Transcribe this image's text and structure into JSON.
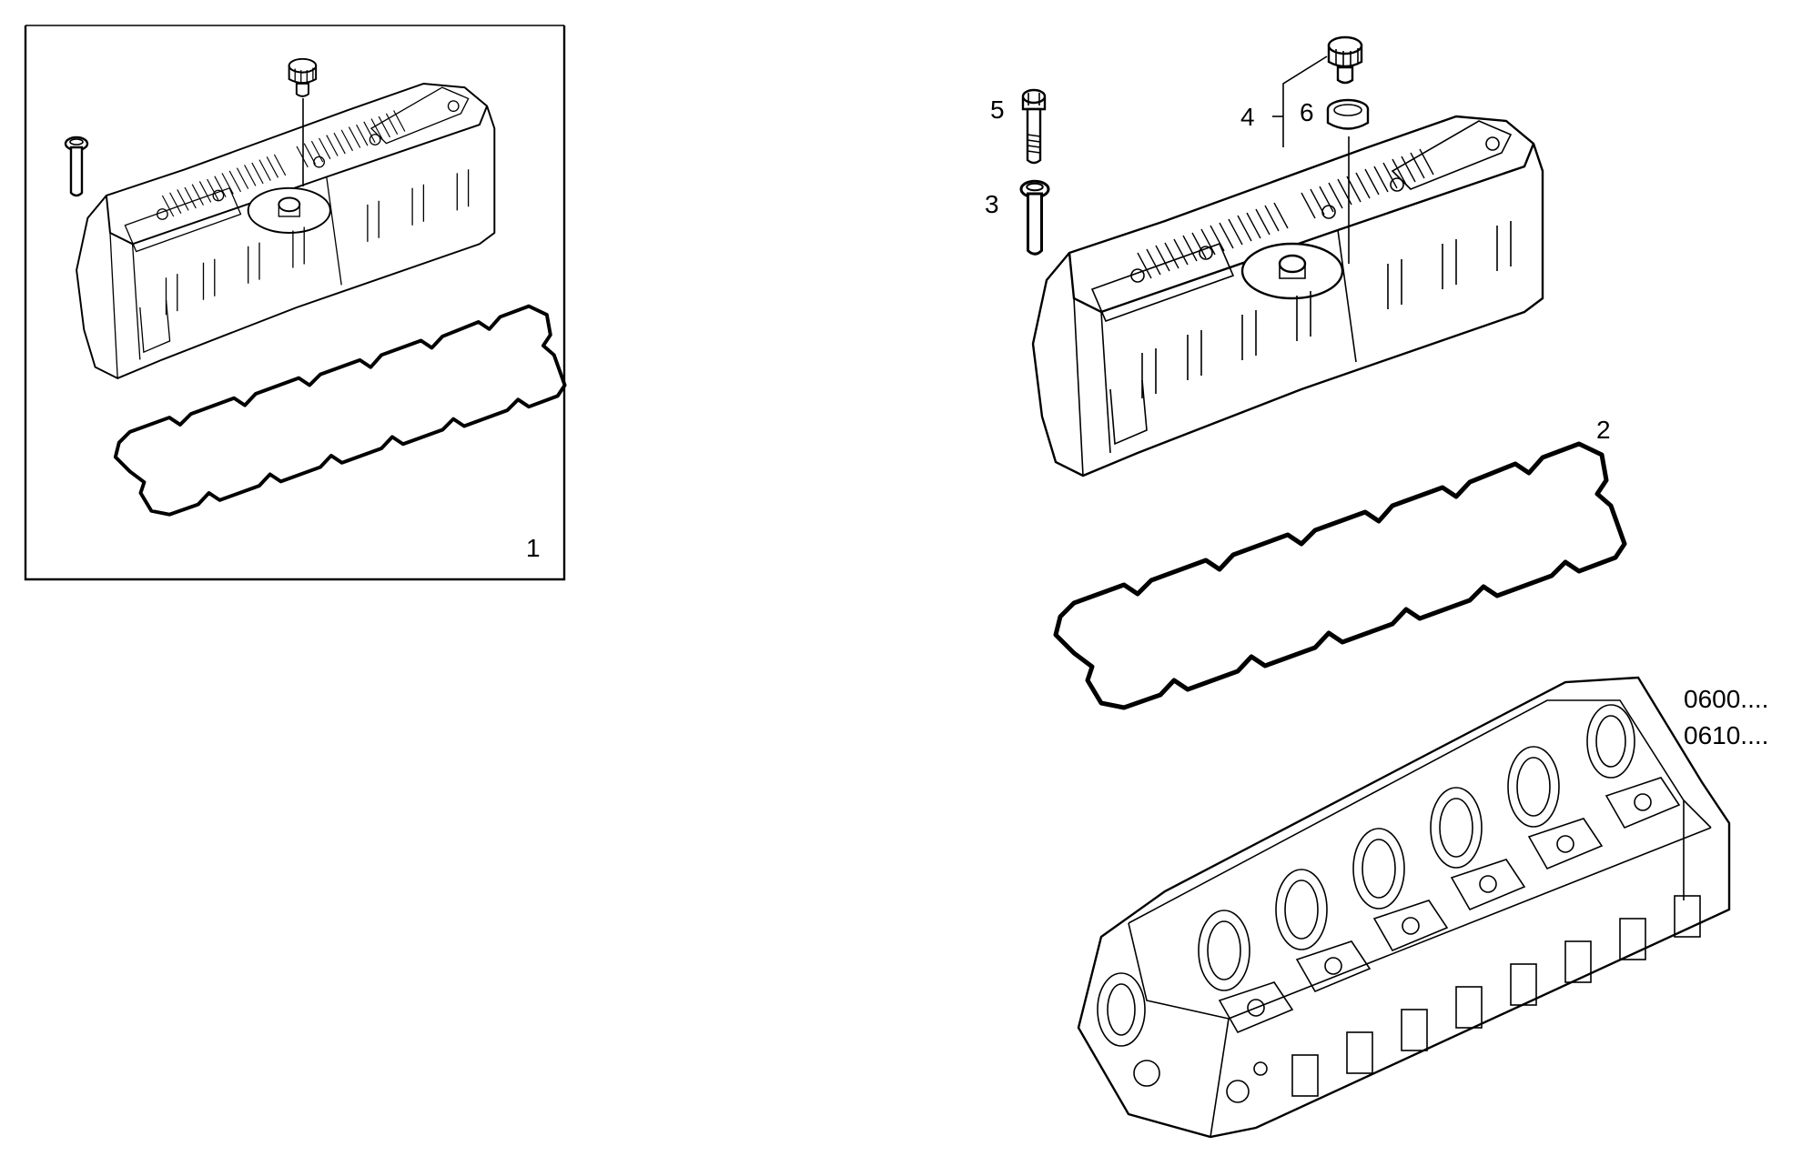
{
  "diagram": {
    "callouts": {
      "kit": "1",
      "gasket": "2",
      "screw_long": "3",
      "cap_assembly": "4",
      "screw_flanged": "5",
      "seal_ring": "6"
    },
    "references": [
      "0600....",
      "0610...."
    ]
  },
  "colors": {
    "line": "#000000",
    "background": "#ffffff"
  }
}
